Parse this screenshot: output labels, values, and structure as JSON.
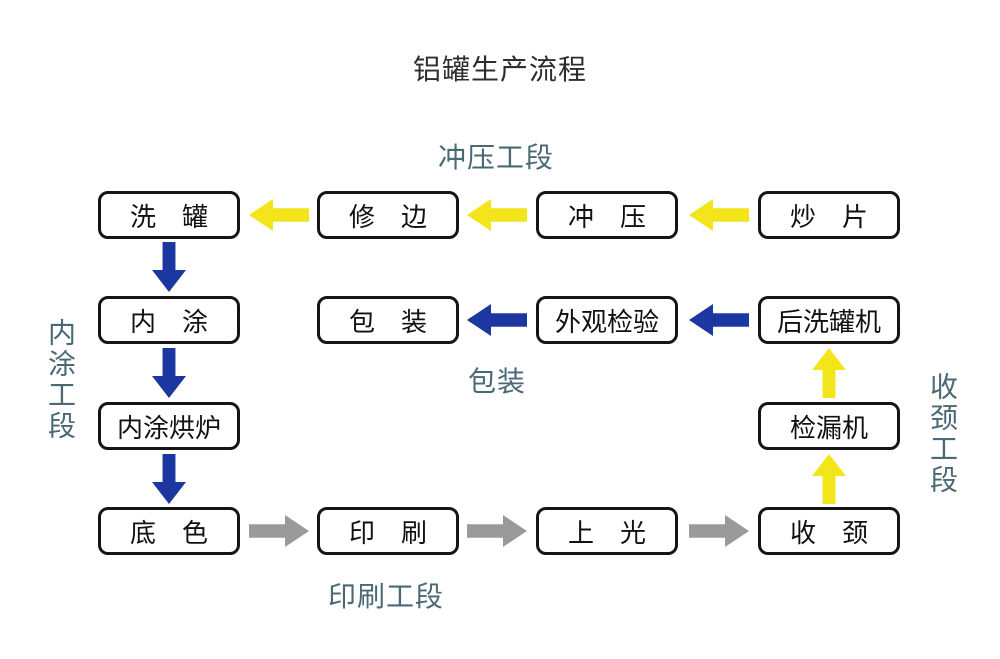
{
  "title": "铝罐生产流程",
  "section_labels": {
    "stamping": "冲压工段",
    "inner_coating": "内涂工段",
    "packing": "包装",
    "printing": "印刷工段",
    "necking": "收颈工段"
  },
  "boxes": {
    "xiguan": "洗　罐",
    "xiubian": "修　边",
    "chongya": "冲　压",
    "chaopian": "炒　片",
    "neitu": "内　涂",
    "baozhuang": "包　装",
    "waiguanjianyan": "外观检验",
    "houxiguanji": "后洗罐机",
    "neituhonglu": "内涂烘炉",
    "jianlouji": "检漏机",
    "dise": "底　色",
    "yinshua": "印　刷",
    "shangguang": "上　光",
    "shoujing": "收　颈"
  },
  "connections": [
    {
      "from": "炒片",
      "to": "冲压",
      "arrow": "yellow-left"
    },
    {
      "from": "冲压",
      "to": "修边",
      "arrow": "yellow-left"
    },
    {
      "from": "修边",
      "to": "洗罐",
      "arrow": "yellow-left"
    },
    {
      "from": "洗罐",
      "to": "内涂",
      "arrow": "navy-down"
    },
    {
      "from": "内涂",
      "to": "内涂烘炉",
      "arrow": "navy-down"
    },
    {
      "from": "内涂烘炉",
      "to": "底色",
      "arrow": "navy-down"
    },
    {
      "from": "底色",
      "to": "印刷",
      "arrow": "gray-right"
    },
    {
      "from": "印刷",
      "to": "上光",
      "arrow": "gray-right"
    },
    {
      "from": "上光",
      "to": "收颈",
      "arrow": "gray-right"
    },
    {
      "from": "收颈",
      "to": "检漏机",
      "arrow": "yellow-up"
    },
    {
      "from": "检漏机",
      "to": "后洗罐机",
      "arrow": "yellow-up"
    },
    {
      "from": "后洗罐机",
      "to": "外观检验",
      "arrow": "navy-left"
    },
    {
      "from": "外观检验",
      "to": "包装",
      "arrow": "navy-left"
    }
  ],
  "colors": {
    "arrow_yellow": "#f2e61a",
    "arrow_navy": "#1c38a0",
    "arrow_gray": "#9a9a9a",
    "section_label": "#4a6975",
    "box_border": "#151515",
    "background": "#ffffff"
  }
}
